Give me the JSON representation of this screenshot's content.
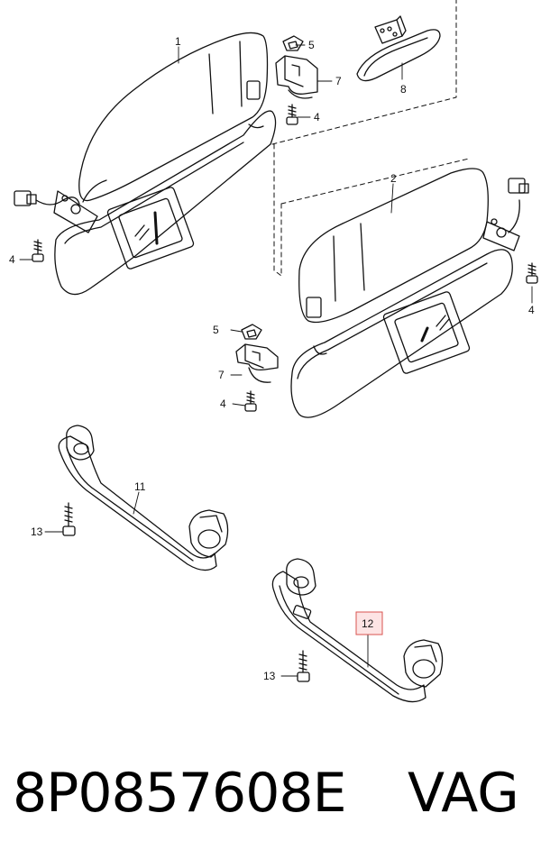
{
  "callouts": {
    "sun_visor_left": "1",
    "sun_visor_right": "2",
    "clip_top": "5",
    "bracket_top": "7",
    "screw_top": "4",
    "mirror": "8",
    "screw_left": "4",
    "screw_right": "4",
    "clip_mid": "5",
    "bracket_mid": "7",
    "screw_mid": "4",
    "grab_handle_upper": "11",
    "screw_handle_upper": "13",
    "grab_handle_lower": "12",
    "screw_handle_lower": "13"
  },
  "highlight_color": "#d9534f",
  "part_number": "8P0857608E",
  "brand": "VAG"
}
